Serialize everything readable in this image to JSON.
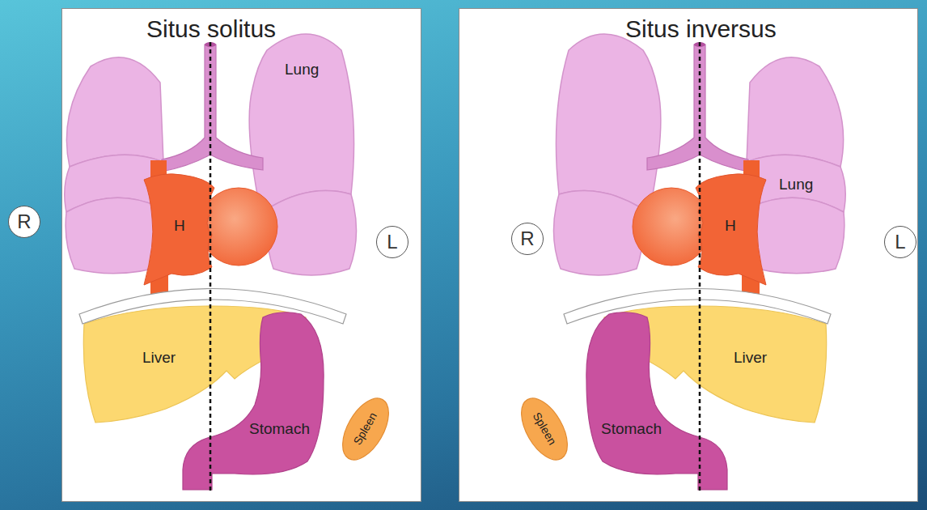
{
  "diagram": {
    "nodes": [
      {
        "text": [
          "R"
        ]
      },
      {
        "text": [
          "Situs solitus"
        ]
      },
      {
        "text": [
          "L"
        ],
        "in": 1
      },
      {
        "text": [
          "Situs inversus"
        ]
      },
      {
        "text": [
          "R"
        ],
        "in": 3
      },
      {
        "text": [
          "L"
        ],
        "in": 3
      }
    ],
    "labels": [
      "Lung",
      "H",
      "Liver",
      "Stomach",
      "Spleen",
      "Lung",
      "H",
      "Liver",
      "Stomach",
      "Spleen"
    ]
  }
}
